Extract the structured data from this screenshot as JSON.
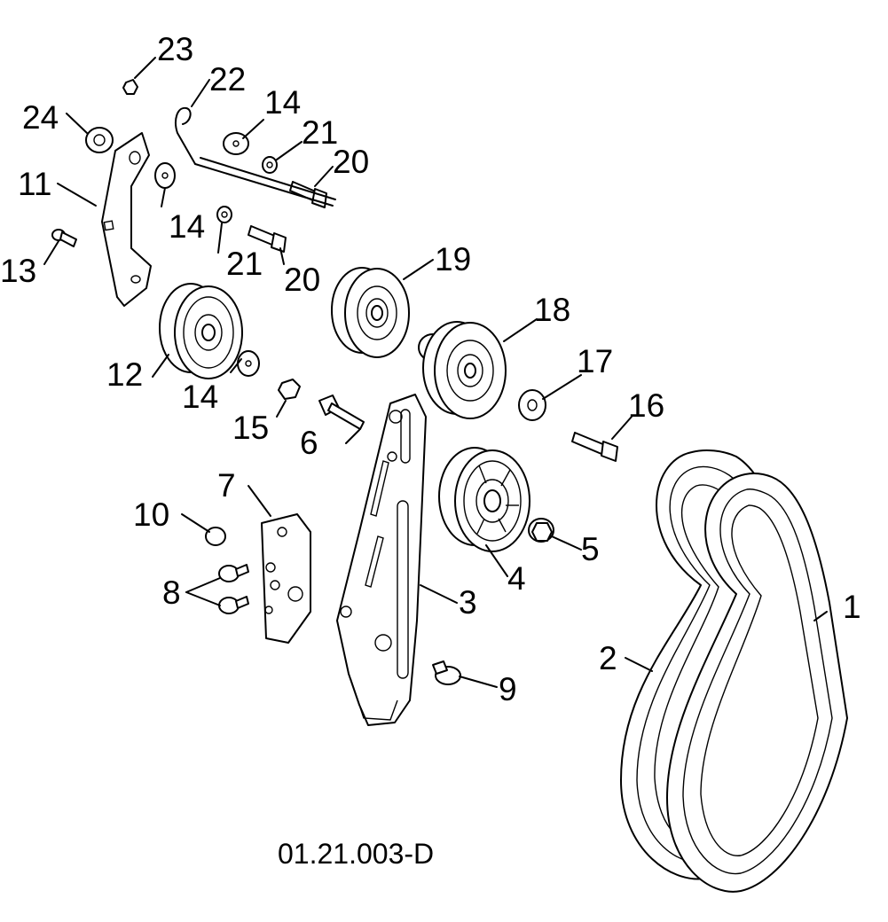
{
  "diagram": {
    "reference_code": "01.21.003-D",
    "callouts": {
      "c1": "1",
      "c2": "2",
      "c3": "3",
      "c4": "4",
      "c5": "5",
      "c6": "6",
      "c7": "7",
      "c8": "8",
      "c9": "9",
      "c10": "10",
      "c11": "11",
      "c12": "12",
      "c13": "13",
      "c14a": "14",
      "c14b": "14",
      "c14c": "14",
      "c15": "15",
      "c16": "16",
      "c17": "17",
      "c18": "18",
      "c19": "19",
      "c20a": "20",
      "c20b": "20",
      "c21a": "21",
      "c21b": "21",
      "c22": "22",
      "c23": "23",
      "c24": "24"
    }
  }
}
